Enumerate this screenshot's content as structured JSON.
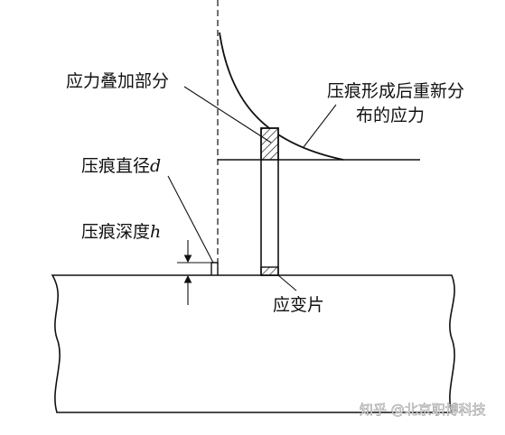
{
  "labels": {
    "overlap": "应力叠加部分",
    "redistributed_line1": "压痕形成后重新分",
    "redistributed_line2": "布的应力",
    "diameter_text": "压痕直径",
    "diameter_symbol": "d",
    "depth_text": "压痕深度",
    "depth_symbol": "h",
    "gauge": "应变片"
  },
  "watermark": "知乎 @北京职博科技",
  "colors": {
    "line": "#111111",
    "background": "#ffffff",
    "watermark": "#9a9a9a"
  }
}
